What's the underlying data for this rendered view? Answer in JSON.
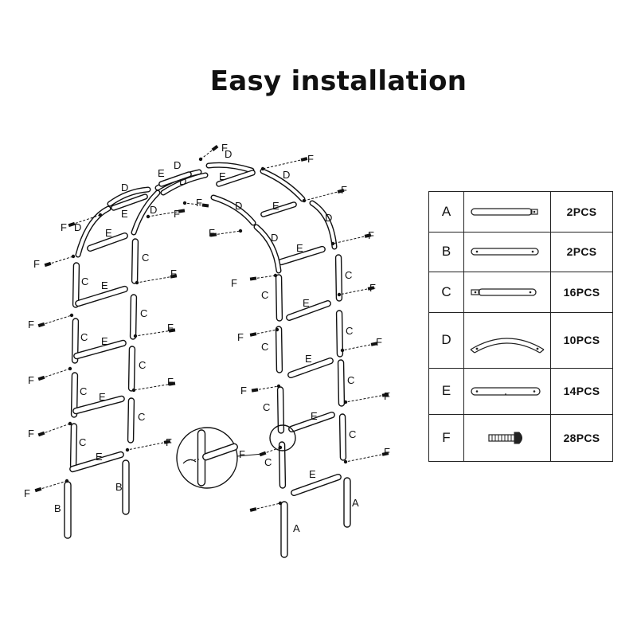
{
  "title": "Easy installation",
  "parts": [
    {
      "letter": "A",
      "qty": "2PCS",
      "icon": "tube-a-icon"
    },
    {
      "letter": "B",
      "qty": "2PCS",
      "icon": "tube-b-icon"
    },
    {
      "letter": "C",
      "qty": "16PCS",
      "icon": "tube-c-icon"
    },
    {
      "letter": "D",
      "qty": "10PCS",
      "icon": "arc-tube-d-icon"
    },
    {
      "letter": "E",
      "qty": "14PCS",
      "icon": "tube-e-icon"
    },
    {
      "letter": "F",
      "qty": "28PCS",
      "icon": "screw-f-icon"
    }
  ],
  "labels": {
    "a": "A",
    "b": "B",
    "c": "C",
    "d": "D",
    "e": "E",
    "f": "F"
  }
}
